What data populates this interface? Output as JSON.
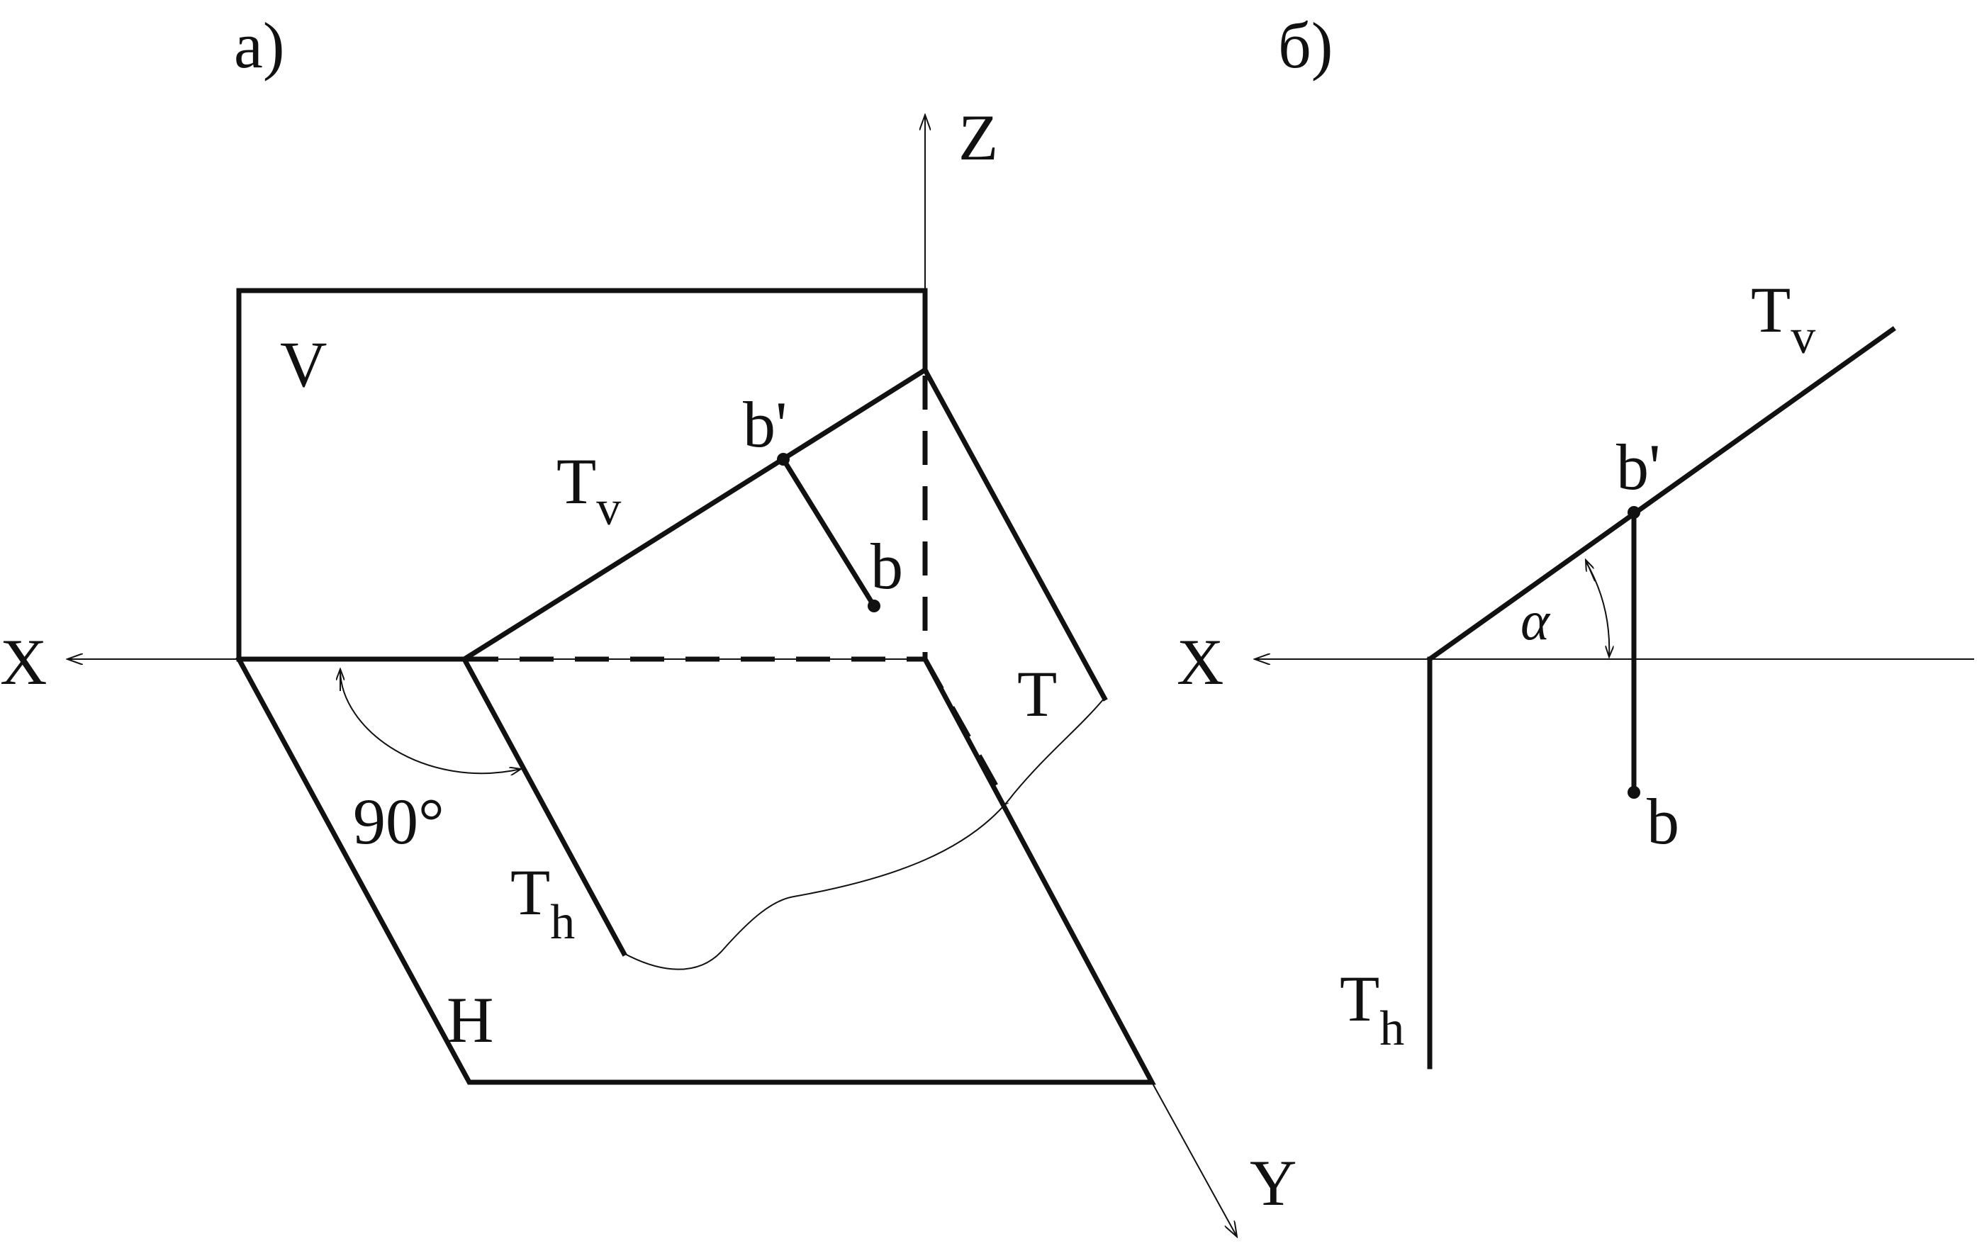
{
  "panel_a": {
    "caption": "a)",
    "axis_x": "X",
    "axis_y": "Y",
    "axis_z": "Z",
    "plane_v": "V",
    "plane_h": "H",
    "plane_t": "T",
    "trace_v": {
      "main": "T",
      "sub": "v"
    },
    "trace_h": {
      "main": "T",
      "sub": "h"
    },
    "point_b_prime": "b'",
    "point_b": "b",
    "angle": "90°"
  },
  "panel_b": {
    "caption": "б)",
    "axis_x": "X",
    "trace_v": {
      "main": "T",
      "sub": "v"
    },
    "trace_h": {
      "main": "T",
      "sub": "h"
    },
    "point_b_prime": "b'",
    "point_b": "b",
    "angle": "α"
  }
}
